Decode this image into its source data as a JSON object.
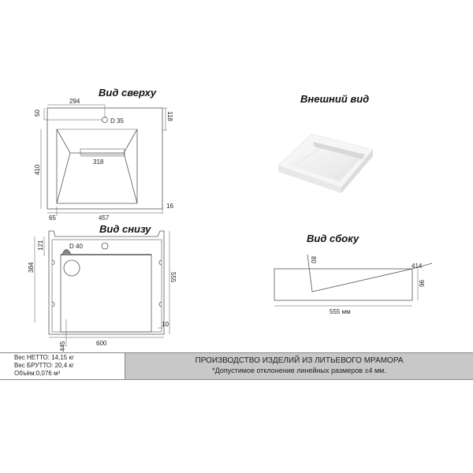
{
  "titles": {
    "top_view": "Вид сверху",
    "exterior_view": "Внешний вид",
    "bottom_view": "Вид снизу",
    "side_view": "Вид сбоку"
  },
  "top_view": {
    "dims": {
      "drain_offset_x": "294",
      "drain_offset_y": "50",
      "drain_diameter": "D 35",
      "right_top": "118",
      "slot_width": "318",
      "height": "410",
      "right_bottom": "16",
      "left_margin": "65",
      "inner_width": "457"
    }
  },
  "bottom_view": {
    "dims": {
      "hole_offset": "121",
      "overflow_diameter": "D 40",
      "left_height": "384",
      "total_height": "555",
      "bottom_margin": "10",
      "width": "600",
      "left_offset": "445"
    }
  },
  "side_view": {
    "dims": {
      "angle_left": "80",
      "angle_right": "414",
      "height": "96",
      "length": "555 мм"
    }
  },
  "specs": {
    "net_weight": "Вес НЕТТО: 14,15 кг",
    "gross_weight": "Вес БРУТТО: 20,4 кг",
    "volume": "Объём:0,076 м³"
  },
  "banner": {
    "line1": "ПРОИЗВОДСТВО ИЗДЕЛИЙ ИЗ ЛИТЬЕВОГО МРАМОРА",
    "line2": "*Допустимое отклонение линейных размеров ±4 мм."
  },
  "colors": {
    "line": "#555555",
    "banner_bg": "#c8c8c8",
    "sink_white": "#f4f4f4"
  }
}
